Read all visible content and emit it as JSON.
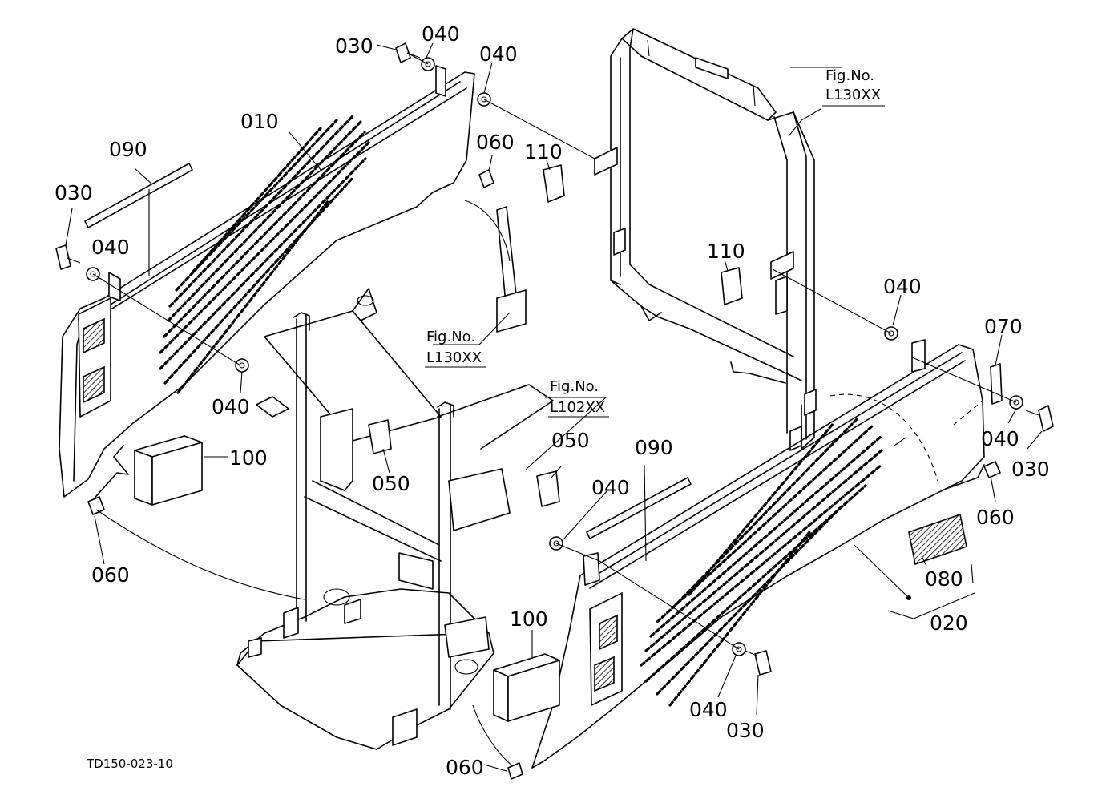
{
  "diagram_code": "TD150-023-10",
  "figure_refs": [
    {
      "id": "fig-l130xx-top",
      "caption": "Fig.No.",
      "code": "L130XX"
    },
    {
      "id": "fig-l130xx-mid",
      "caption": "Fig.No.",
      "code": "L130XX"
    },
    {
      "id": "fig-l102xx",
      "caption": "Fig.No.",
      "code": "L102XX"
    }
  ],
  "callouts": {
    "p010": "010",
    "p020": "020",
    "p030_top": "030",
    "p030_left": "030",
    "p030_right": "030",
    "p030_bottom": "030",
    "p040_top": "040",
    "p040_top2": "040",
    "p040_left": "040",
    "p040_mid": "040",
    "p040_center": "040",
    "p040_right_top": "040",
    "p040_right": "040",
    "p040_bottom": "040",
    "p050_left": "050",
    "p050_right": "050",
    "p060_top": "060",
    "p060_left": "060",
    "p060_right": "060",
    "p060_bottom": "060",
    "p070": "070",
    "p080": "080",
    "p090_left": "090",
    "p090_right": "090",
    "p100_left": "100",
    "p100_right": "100",
    "p110_top": "110",
    "p110_mid": "110"
  }
}
